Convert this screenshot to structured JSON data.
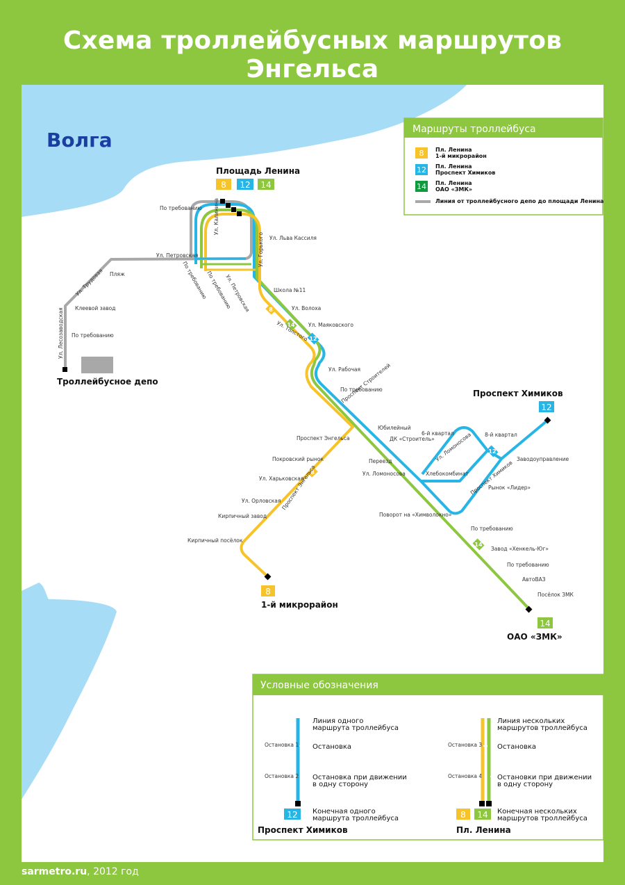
{
  "title": "Схема троллейбусных маршрутов Энгельса",
  "river_label": "Волга",
  "footer": {
    "site": "sarmetro.ru",
    "year": ", 2012 год"
  },
  "colors": {
    "route8": "#f7c32a",
    "route12": "#27b5e6",
    "route14": "#8dc63f",
    "depot": "#a8a8a8",
    "water": "#a7dcf6",
    "legend_head": "#8dc63f"
  },
  "routes_legend": {
    "heading": "Маршруты троллейбуса",
    "items": [
      {
        "num": "8",
        "l1": "Пл. Ленина",
        "l2": "1-й микрорайон"
      },
      {
        "num": "12",
        "l1": "Пл. Ленина",
        "l2": "Проспект Химиков"
      },
      {
        "num": "14",
        "l1": "Пл. Ленина",
        "l2": "ОАО «ЗМК»"
      }
    ],
    "depot_line": "Линия от троллейбусного депо до площади Ленина"
  },
  "terminals": {
    "lenin": "Площадь Ленина",
    "depot": "Троллейбусное депо",
    "khimikov": "Проспект Химиков",
    "mikro": "1-й микрорайон",
    "zmk": "ОАО «ЗМК»"
  },
  "badges": {
    "b8": "8",
    "b12": "12",
    "b14": "14"
  },
  "stops": {
    "po_treb1": "По требованию",
    "petrovskaya": "Ул. Петровская",
    "plyazh": "Пляж",
    "trudovaya": "Ул. Трудовая",
    "kleevoy": "Клеевой завод",
    "po_treb2": "По требованию",
    "lesozavodskaya": "Ул. Лесозаводская",
    "po_treb3": "По требованию",
    "po_treb4": "По требованию",
    "petrovskaya2": "Ул. Петровская",
    "kalinina": "Ул. Калинина",
    "lva_kassilya": "Ул. Льва Кассиля",
    "gorkogo": "Ул. Горького",
    "shkola11": "Школа №11",
    "volokha": "Ул. Волоха",
    "mayakovskogo": "Ул. Маяковского",
    "tolstogo": "Ул. Толстого",
    "rabochaya": "Ул. Рабочая",
    "po_treb5": "По требованию",
    "pr_stroiteley": "Проспект Строителей",
    "yubileyny": "Юбилейный",
    "dk_stroitel": "ДК «Строитель»",
    "pr_engelsa": "Проспект Энгельса",
    "pokrovsky": "Покровский рынок",
    "kharkovskaya": "Ул. Харьковская",
    "orlovskaya": "Ул. Орловская",
    "kirpichny_zavod": "Кирпичный завод",
    "kirpichny_posyolok": "Кирпичный посёлок",
    "pr_engelsa2": "Проспект Энгельса",
    "pereezd": "Переезд",
    "lomonosova": "Ул. Ломоносова",
    "lomonosova2": "Ул. Ломоносова",
    "kvartal6": "6-й квартал",
    "kvartal8": "8-й квартал",
    "khlebokombinat": "Хлебокомбинат",
    "zavodoupravlenie": "Заводоуправление",
    "rynok_lider": "Рынок «Лидер»",
    "pr_khimikov": "Проспект Химиков",
    "povorot": "Поворот на «Химволокно»",
    "po_treb6": "По требованию",
    "henkel": "Завод «Хенкель-Юг»",
    "po_treb7": "По требованию",
    "avtovaz": "АвтоВАЗ",
    "posyolok_zmk": "Посёлок ЗМК"
  },
  "symbols_legend": {
    "heading": "Условные обозначения",
    "single_line": [
      "Линия одного",
      "маршрута троллейбуса"
    ],
    "stop": "Остановка",
    "one_way": [
      "Остановка при движении",
      "в одну сторону"
    ],
    "terminal_single": [
      "Конечная одного",
      "маршрута троллейбуса"
    ],
    "multi_line": [
      "Линия нескольких",
      "маршрутов троллейбуса"
    ],
    "stops": "Остановка",
    "one_way_multi": [
      "Остановки при движении",
      "в одну сторону"
    ],
    "terminal_multi": [
      "Конечная нескольких",
      "маршрутов троллейбуса"
    ],
    "ex_stop1": "Остановка 1",
    "ex_stop2": "Остановка 2",
    "ex_stop3": "Остановка 3",
    "ex_stop4": "Остановка 4",
    "ex_term1": "Проспект Химиков",
    "ex_term2": "Пл. Ленина"
  }
}
